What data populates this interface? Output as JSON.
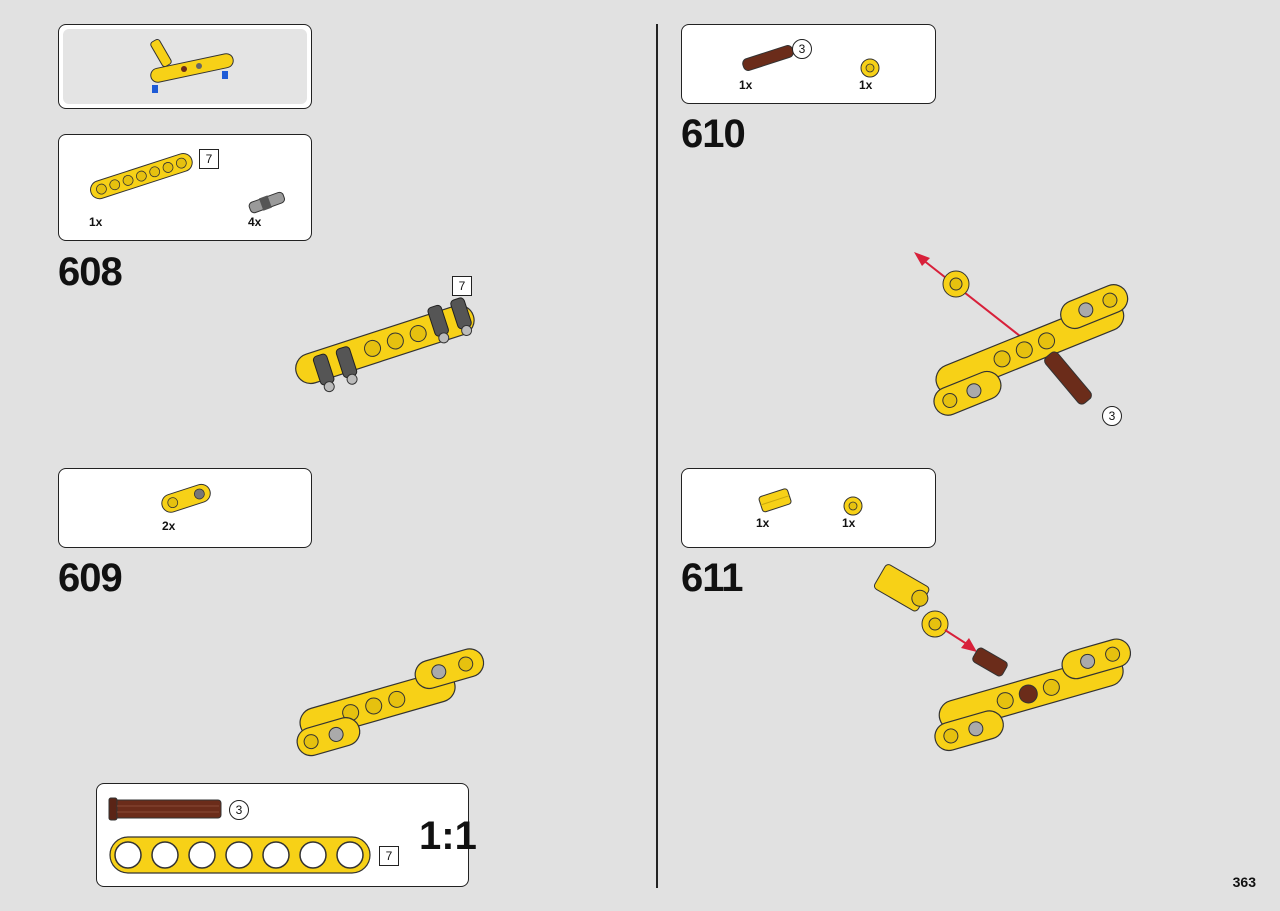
{
  "steps": {
    "s608": {
      "number": "608",
      "callout": {
        "qty_beam": "1x",
        "qty_pin": "4x",
        "beam_length": "7"
      },
      "model_label": "7"
    },
    "s609": {
      "number": "609",
      "callout": {
        "qty_connector": "2x"
      }
    },
    "s610": {
      "number": "610",
      "callout": {
        "qty_axle": "1x",
        "qty_bush": "1x",
        "axle_length": "3"
      },
      "model_label": "3"
    },
    "s611": {
      "number": "611",
      "callout": {
        "qty_axle_connector": "1x",
        "qty_bush": "1x"
      }
    }
  },
  "scale_box": {
    "scale": "1:1",
    "axle_length": "3",
    "beam_length": "7"
  },
  "page_number": "363",
  "colors": {
    "yellow": "#f7d117",
    "brown": "#6b2c1a",
    "gray": "#9a9a9a",
    "red": "#d8203a"
  }
}
